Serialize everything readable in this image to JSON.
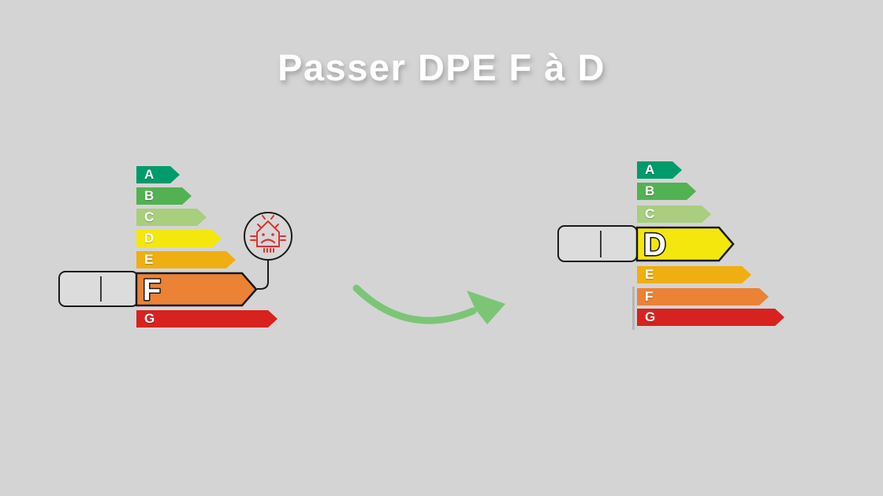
{
  "title": "Passer DPE F à D",
  "left_scale": {
    "name": "DPE scale before renovation",
    "highlighted_class": "F",
    "bars": [
      {
        "label": "A",
        "color": "#009B6B"
      },
      {
        "label": "B",
        "color": "#52B153"
      },
      {
        "label": "C",
        "color": "#A9CE7E"
      },
      {
        "label": "D",
        "color": "#F4E70E"
      },
      {
        "label": "E",
        "color": "#EFAF12"
      },
      {
        "label": "F",
        "color": "#EB8235"
      },
      {
        "label": "G",
        "color": "#D7221F"
      }
    ]
  },
  "right_scale": {
    "name": "DPE scale after renovation",
    "highlighted_class": "D",
    "bars": [
      {
        "label": "A",
        "color": "#009B6B"
      },
      {
        "label": "B",
        "color": "#52B153"
      },
      {
        "label": "C",
        "color": "#A9CE7E"
      },
      {
        "label": "D",
        "color": "#F4E70E"
      },
      {
        "label": "E",
        "color": "#EFAF12"
      },
      {
        "label": "F",
        "color": "#EB8235"
      },
      {
        "label": "G",
        "color": "#D7221F"
      }
    ]
  },
  "icons": {
    "sad_house": "sad-house-icon",
    "transition_arrow": "green-curved-arrow-icon"
  },
  "colors": {
    "background": "#D4D4D4",
    "arrow_green": "#7CC576",
    "house_red": "#E03030",
    "outline": "#1A1A1A",
    "highlight_box_fill": "#DCDCDC"
  }
}
